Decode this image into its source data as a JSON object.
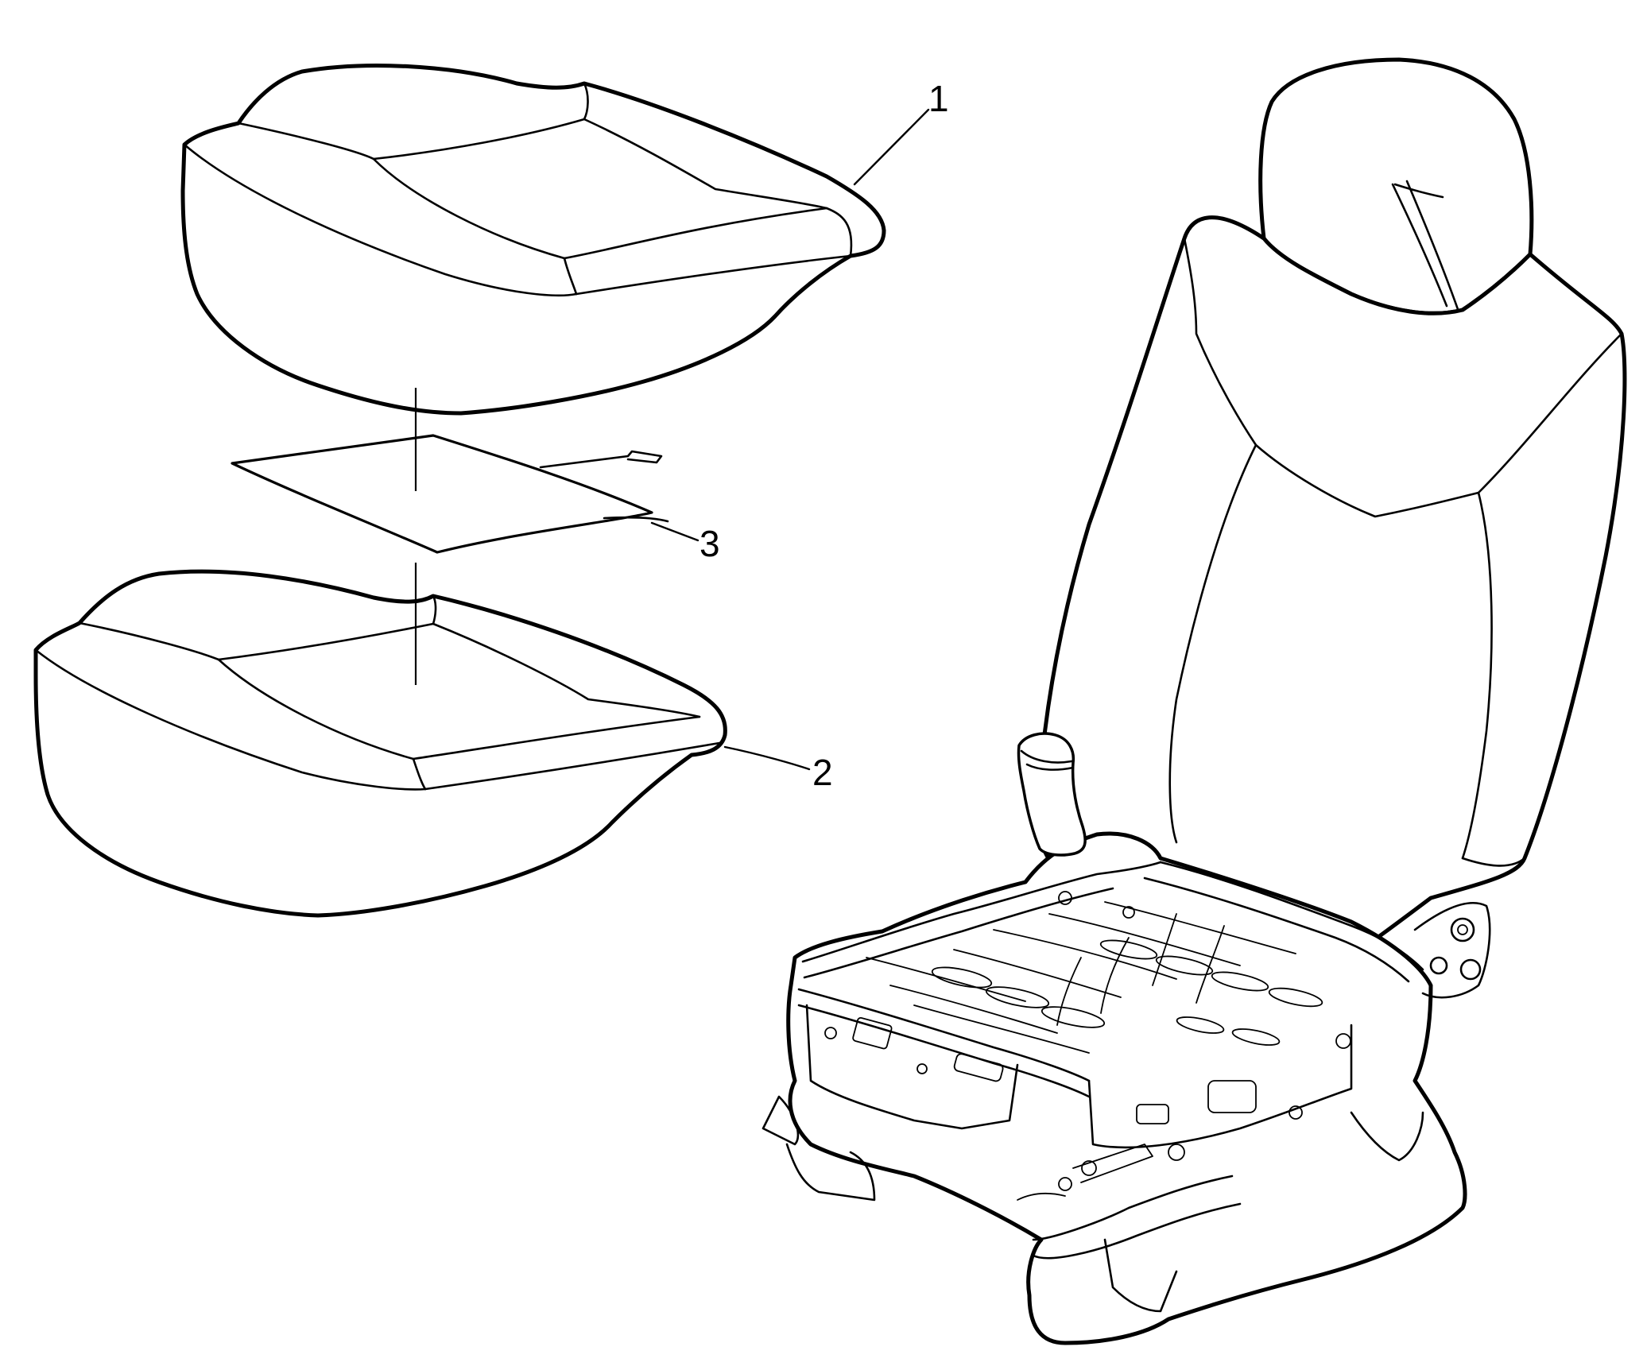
{
  "callouts": [
    {
      "id": "1",
      "label": "1"
    },
    {
      "id": "2",
      "label": "2"
    },
    {
      "id": "3",
      "label": "3"
    }
  ],
  "parts": [
    {
      "callout": "1"
    },
    {
      "callout": "2"
    },
    {
      "callout": "3"
    },
    {
      "callout": ""
    }
  ],
  "colors": {
    "line": "#000000",
    "background": "#ffffff"
  }
}
